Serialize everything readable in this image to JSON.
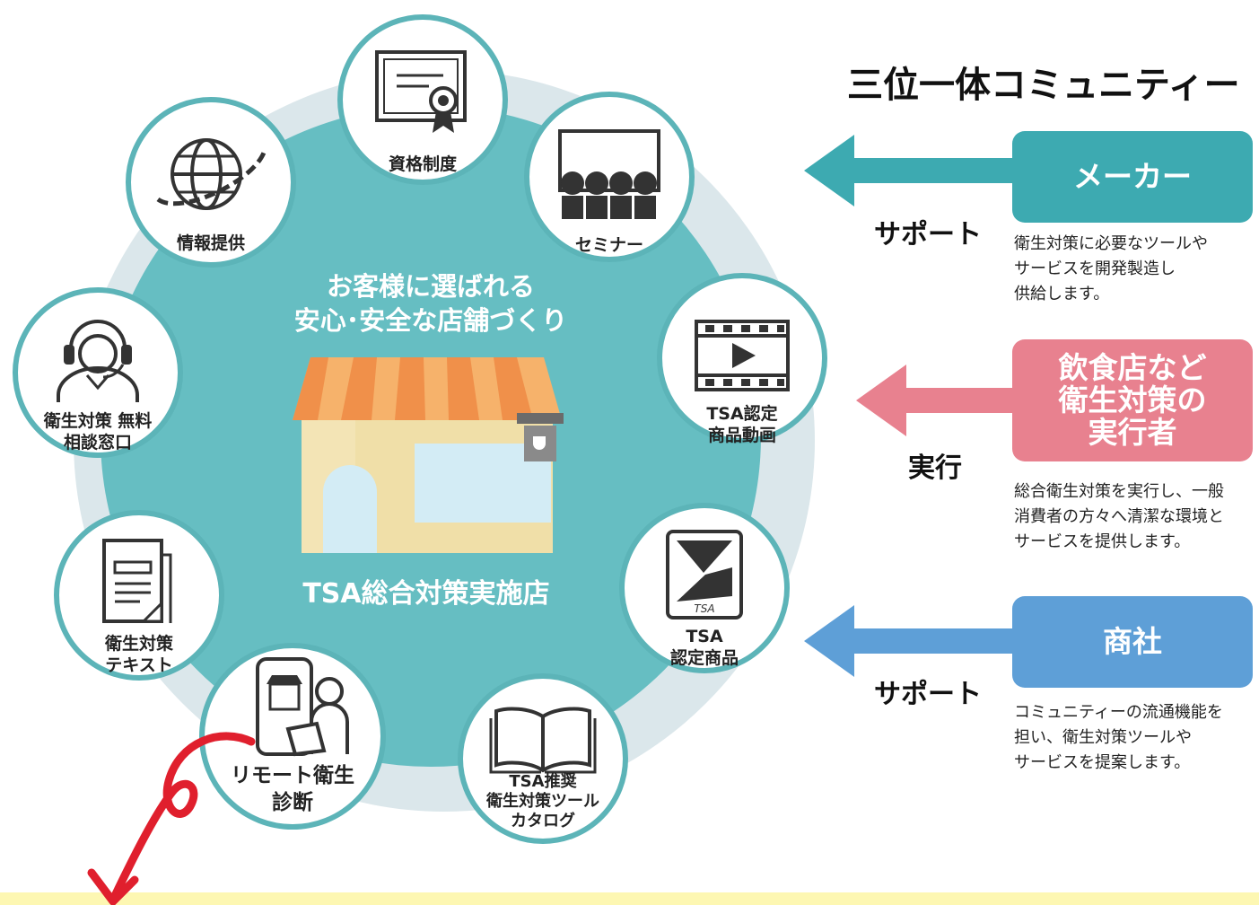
{
  "title": "三位一体コミュニティー",
  "hub": {
    "headline_line1": "お客様に選ばれる",
    "headline_line2": "安心･安全な店舗づくり",
    "shop_label": "TSA総合対策実施店"
  },
  "services": [
    {
      "label_line1": "資格制度",
      "label_line2": "",
      "icon": "certificate-icon"
    },
    {
      "label_line1": "セミナー",
      "label_line2": "",
      "icon": "seminar-icon"
    },
    {
      "label_line1": "TSA認定",
      "label_line2": "商品動画",
      "icon": "video-icon"
    },
    {
      "label_line1": "TSA",
      "label_line2": "認定商品",
      "icon": "tsa-product-icon"
    },
    {
      "label_line1": "TSA推奨",
      "label_line2": "衛生対策ツール",
      "label_line3": "カタログ",
      "icon": "book-icon"
    },
    {
      "label_line1": "リモート衛生",
      "label_line2": "診断",
      "icon": "remote-diagnosis-icon"
    },
    {
      "label_line1": "衛生対策",
      "label_line2": "テキスト",
      "icon": "document-icon"
    },
    {
      "label_line1": "衛生対策 無料",
      "label_line2": "相談窓口",
      "icon": "headset-operator-icon"
    },
    {
      "label_line1": "情報提供",
      "label_line2": "",
      "icon": "globe-icon"
    }
  ],
  "roles": [
    {
      "name": "メーカー",
      "relation": "サポート",
      "desc_line1": "衛生対策に必要なツールや",
      "desc_line2": "サービスを開発製造し",
      "desc_line3": "供給します。",
      "color": "#3daab1"
    },
    {
      "name_line1": "飲食店など",
      "name_line2": "衛生対策の",
      "name_line3": "実行者",
      "relation": "実行",
      "desc_line1": "総合衛生対策を実行し、一般",
      "desc_line2": "消費者の方々へ清潔な環境と",
      "desc_line3": "サービスを提供します。",
      "color": "#e8818f"
    },
    {
      "name": "商社",
      "relation": "サポート",
      "desc_line1": "コミュニティーの流通機能を",
      "desc_line2": "担い、衛生対策ツールや",
      "desc_line3": "サービスを提案します。",
      "color": "#5e9fd7"
    }
  ],
  "colors": {
    "hub": "#66bec2",
    "ring": "#dbe7eb",
    "node_border": "#5cb4b8",
    "banner": "#fdf7b2",
    "annotation": "#e01f2d"
  }
}
